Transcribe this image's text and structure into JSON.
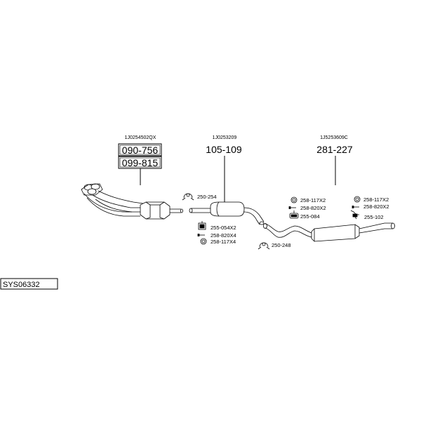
{
  "system_code": "SYS06332",
  "groups": [
    {
      "oem": "1J0254502QX",
      "parts": [
        "090-756",
        "099-815"
      ]
    },
    {
      "oem": "1J0253209",
      "parts": [
        "105-109"
      ]
    },
    {
      "oem": "1J5253609C",
      "parts": [
        "281-227"
      ]
    }
  ],
  "accessories": [
    {
      "code": "250-254",
      "icon": "clamp-icon"
    },
    {
      "code": "255-054X2",
      "icon": "bracket-icon"
    },
    {
      "code": "258-820X4",
      "icon": "bolt-icon"
    },
    {
      "code": "258-117X4",
      "icon": "gasket-icon"
    },
    {
      "code": "250-248",
      "icon": "clamp-icon"
    },
    {
      "code": "258-117X2",
      "icon": "gasket-icon"
    },
    {
      "code": "258-820X2",
      "icon": "bolt-icon"
    },
    {
      "code": "255-084",
      "icon": "hanger-icon"
    },
    {
      "code": "258-117X2",
      "icon": "gasket-icon"
    },
    {
      "code": "258-820X2",
      "icon": "bolt-icon"
    },
    {
      "code": "255-102",
      "icon": "hanger-icon"
    }
  ]
}
